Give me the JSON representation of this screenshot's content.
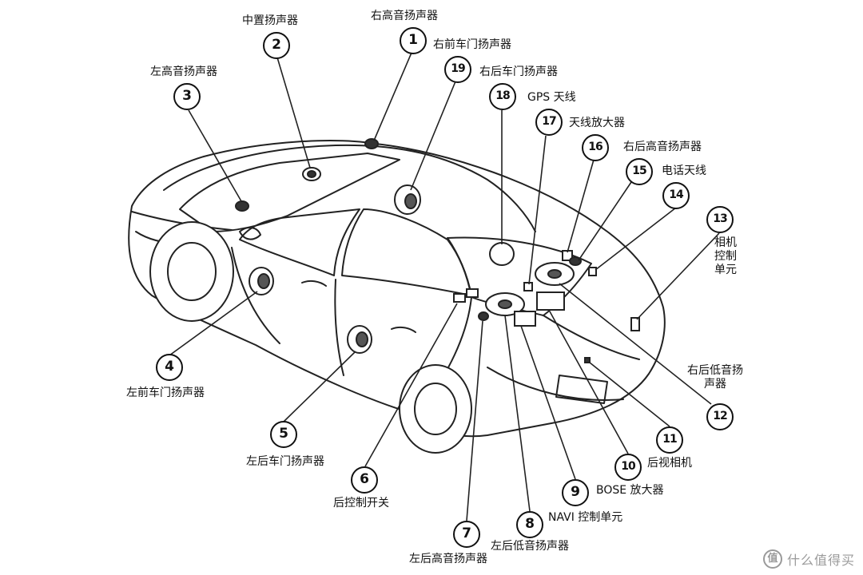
{
  "diagram": {
    "callouts": [
      {
        "num": "1",
        "label": "右高音扬声器"
      },
      {
        "num": "2",
        "label": "中置扬声器"
      },
      {
        "num": "3",
        "label": "左高音扬声器"
      },
      {
        "num": "4",
        "label": "左前车门扬声器"
      },
      {
        "num": "5",
        "label": "左后车门扬声器"
      },
      {
        "num": "6",
        "label": "后控制开关"
      },
      {
        "num": "7",
        "label": "左后高音扬声器"
      },
      {
        "num": "8",
        "label": "左后低音扬声器"
      },
      {
        "num": "9",
        "label": "BOSE 放大器"
      },
      {
        "num": "10",
        "label": "后视相机"
      },
      {
        "num": "11",
        "label": "NAVI 控制单元"
      },
      {
        "num": "12",
        "label": "右后低音扬声器"
      },
      {
        "num": "13",
        "label": "相机控制单元"
      },
      {
        "num": "14",
        "label": "电话天线"
      },
      {
        "num": "15",
        "label": "右后高音扬声器"
      },
      {
        "num": "16",
        "label": "天线放大器"
      },
      {
        "num": "17",
        "label": "GPS 天线"
      },
      {
        "num": "18",
        "label": "右后车门扬声器"
      },
      {
        "num": "19",
        "label": "右前车门扬声器"
      }
    ]
  },
  "watermark": {
    "text": "什么值得买",
    "icon": "值"
  }
}
